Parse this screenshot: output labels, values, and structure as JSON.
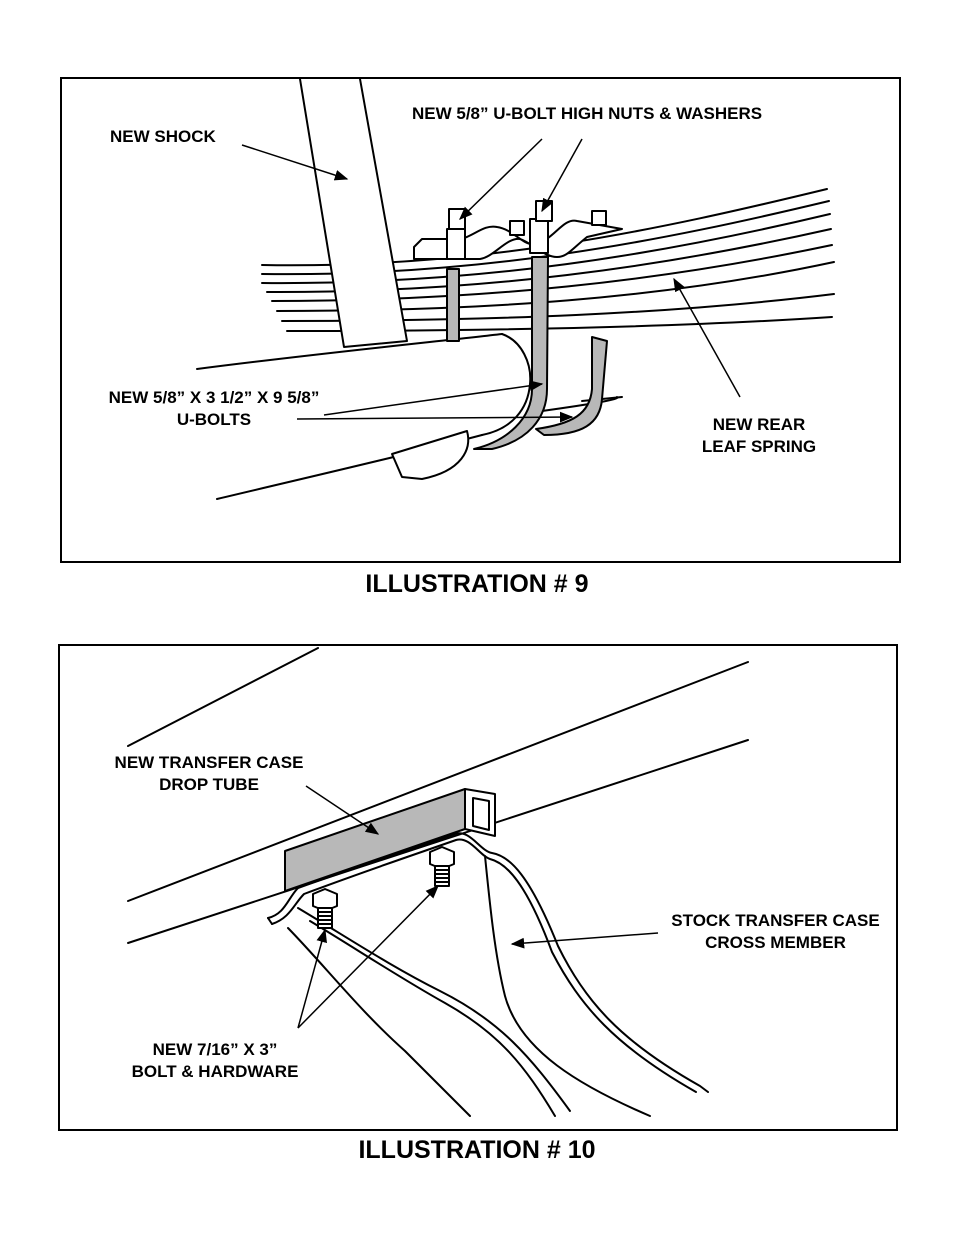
{
  "illustration_9": {
    "caption": "ILLUSTRATION # 9",
    "labels": {
      "new_shock": "NEW SHOCK",
      "ubolt_nuts": "NEW 5/8” U-BOLT HIGH NUTS & WASHERS",
      "ubolts_line1": "NEW 5/8” X 3 1/2” X 9 5/8”",
      "ubolts_line2": "U-BOLTS",
      "leaf_spring_line1": "NEW REAR",
      "leaf_spring_line2": "LEAF SPRING"
    }
  },
  "illustration_10": {
    "caption": "ILLUSTRATION # 10",
    "labels": {
      "drop_tube_line1": "NEW TRANSFER CASE",
      "drop_tube_line2": "DROP TUBE",
      "cross_member_line1": "STOCK TRANSFER CASE",
      "cross_member_line2": "CROSS MEMBER",
      "bolt_line1": "NEW 7/16” X 3”",
      "bolt_line2": "BOLT & HARDWARE"
    }
  }
}
